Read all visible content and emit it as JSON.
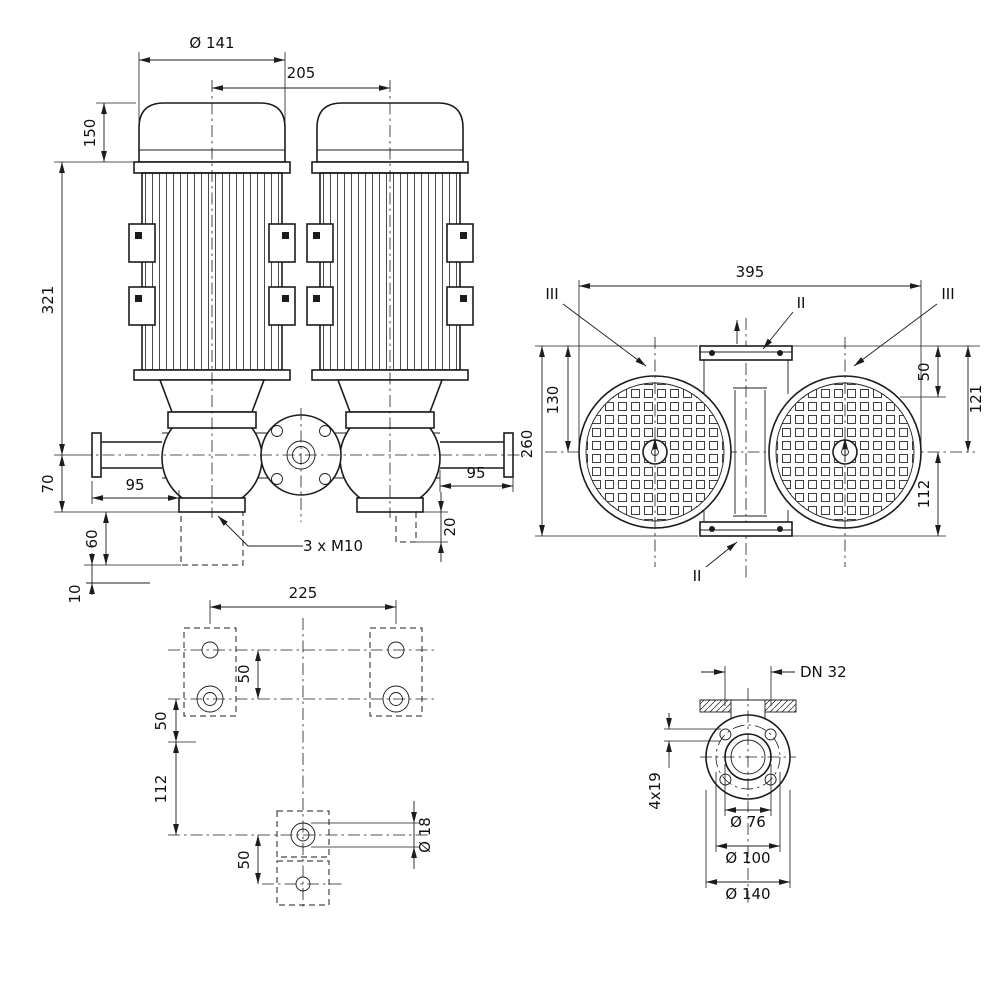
{
  "front_view": {
    "motor_diameter": "Ø 141",
    "motor_spacing": "205",
    "dim_150": "150",
    "dim_321": "321",
    "dim_70": "70",
    "dim_95_left": "95",
    "dim_95_right": "95",
    "dim_60": "60",
    "dim_10": "10",
    "dim_20": "20",
    "anchor_bolts": "3 x M10"
  },
  "plan_view": {
    "overall_width": "395",
    "dim_130": "130",
    "dim_260": "260",
    "dim_50": "50",
    "dim_121": "121",
    "dim_112": "112",
    "section_left": "III",
    "section_right": "III",
    "section_top": "II",
    "section_bottom": "II"
  },
  "foundation_view": {
    "bolt_spacing": "225",
    "dim_50_upper": "50",
    "dim_50_mid": "50",
    "dim_112": "112",
    "dim_50_lower": "50",
    "hole_diameter": "Ø 18"
  },
  "flange_view": {
    "nominal_bore": "DN 32",
    "bolt_holes": "4x19",
    "dia_76": "Ø 76",
    "dia_100": "Ø 100",
    "dia_140": "Ø 140"
  }
}
